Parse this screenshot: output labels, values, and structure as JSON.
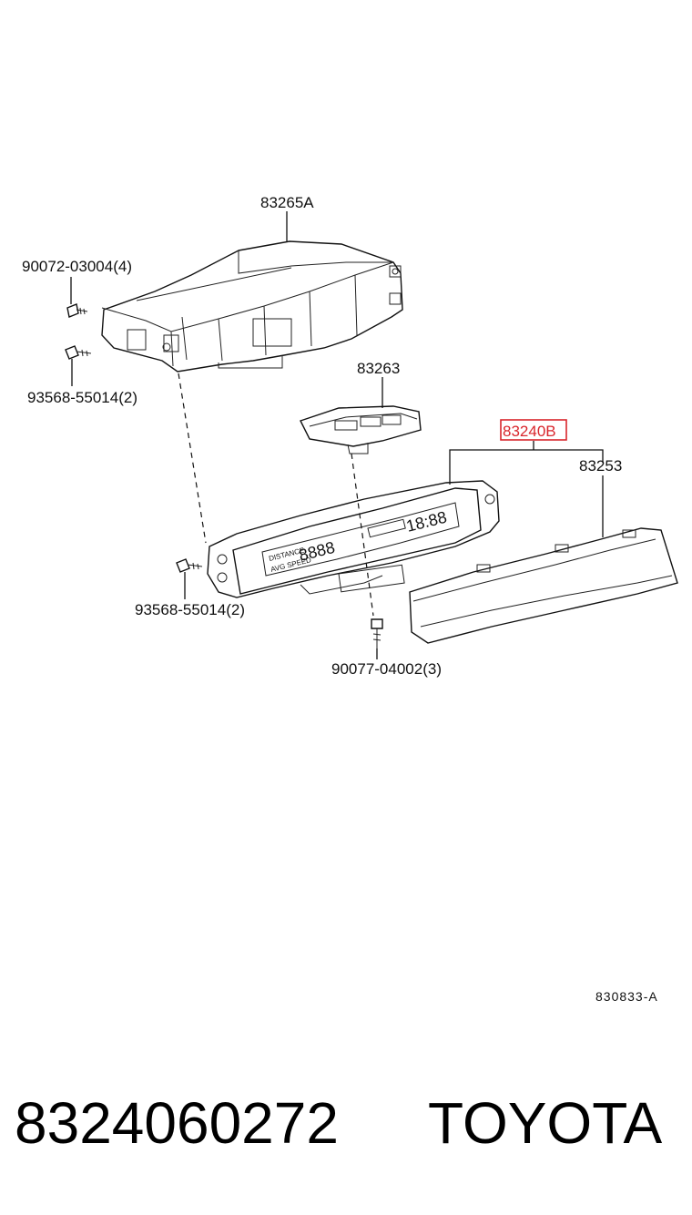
{
  "callouts": {
    "p83265a": "83265A",
    "p90072": "90072-03004(4)",
    "p93568_top": "93568-55014(2)",
    "p83263": "83263",
    "p83240b": "83240B",
    "p83253": "83253",
    "p93568_bottom": "93568-55014(2)",
    "p90077": "90077-04002(3)"
  },
  "highlight_color": "#d9262c",
  "diagram_code": "830833-A",
  "footer": {
    "part_number": "8324060272",
    "brand": "TOYOTA"
  }
}
